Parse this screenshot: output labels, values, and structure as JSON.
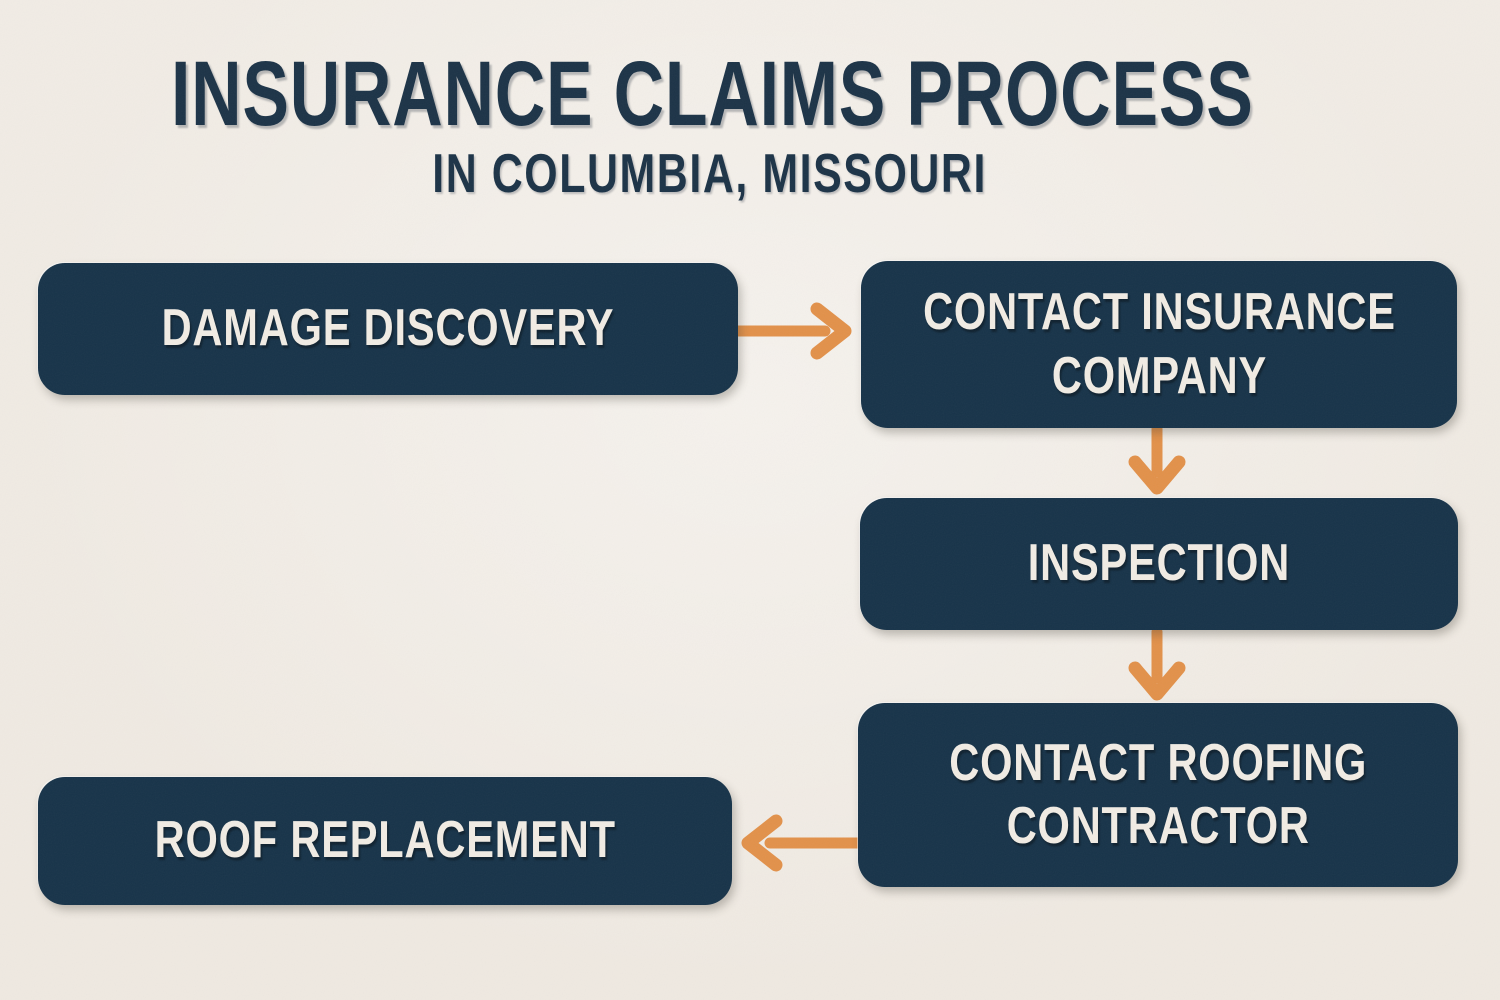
{
  "header": {
    "title": "INSURANCE CLAIMS PROCESS",
    "subtitle": "IN COLUMBIA, MISSOURI"
  },
  "flow": {
    "nodes": [
      {
        "id": "damage-discovery",
        "lines": [
          "DAMAGE DISCOVERY"
        ]
      },
      {
        "id": "contact-insurance-company",
        "lines": [
          "CONTACT INSURANCE",
          "COMPANY"
        ]
      },
      {
        "id": "inspection",
        "lines": [
          "INSPECTION"
        ]
      },
      {
        "id": "contact-roofing-contractor",
        "lines": [
          "CONTACT ROOFING",
          "CONTRACTOR"
        ]
      },
      {
        "id": "roof-replacement",
        "lines": [
          "ROOF REPLACEMENT"
        ]
      }
    ],
    "edges": [
      {
        "from": "damage-discovery",
        "to": "contact-insurance-company",
        "direction": "right"
      },
      {
        "from": "contact-insurance-company",
        "to": "inspection",
        "direction": "down"
      },
      {
        "from": "inspection",
        "to": "contact-roofing-contractor",
        "direction": "down"
      },
      {
        "from": "contact-roofing-contractor",
        "to": "roof-replacement",
        "direction": "left"
      }
    ]
  },
  "colors": {
    "background": "#f0ebe3",
    "box_navy": "#173349",
    "title_navy": "#1c3347",
    "text_cream": "#f1ece4",
    "arrow_orange": "#e2914a"
  }
}
